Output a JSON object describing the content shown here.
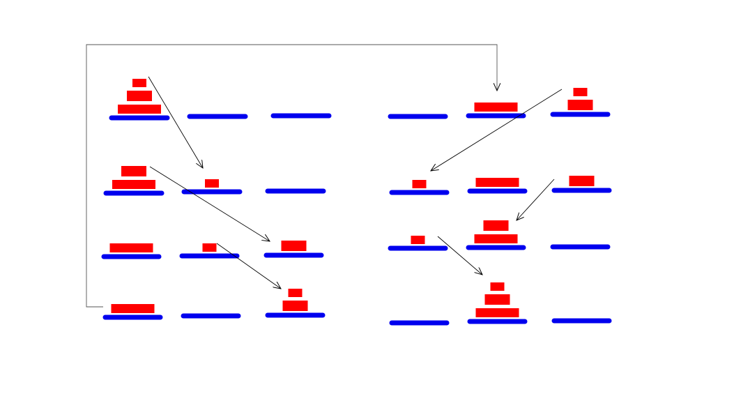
{
  "diagram": {
    "kind": "tower-of-hanoi-move-sequence",
    "disk_count": 3,
    "pegs_per_state": 3,
    "colors": {
      "background": "#ffffff",
      "peg": "#0000ee",
      "disk": "#ff0000",
      "arrow": "#000000",
      "connector": "#555555"
    },
    "states": [
      {
        "id": "s0",
        "column": "left",
        "pegs": [
          [
            3,
            2,
            1
          ],
          [],
          []
        ]
      },
      {
        "id": "s1",
        "column": "left",
        "pegs": [
          [
            3,
            2
          ],
          [
            1
          ],
          []
        ]
      },
      {
        "id": "s2",
        "column": "left",
        "pegs": [
          [
            3
          ],
          [
            1
          ],
          [
            2
          ]
        ]
      },
      {
        "id": "s3",
        "column": "left",
        "pegs": [
          [
            3
          ],
          [],
          [
            2,
            1
          ]
        ]
      },
      {
        "id": "s4",
        "column": "right",
        "pegs": [
          [],
          [
            3
          ],
          [
            2,
            1
          ]
        ]
      },
      {
        "id": "s5",
        "column": "right",
        "pegs": [
          [
            1
          ],
          [
            3
          ],
          [
            2
          ]
        ]
      },
      {
        "id": "s6",
        "column": "right",
        "pegs": [
          [
            1
          ],
          [
            3,
            2
          ],
          []
        ]
      },
      {
        "id": "s7",
        "column": "right",
        "pegs": [
          [],
          [
            3,
            2,
            1
          ],
          []
        ]
      }
    ],
    "moves": [
      {
        "from_state": "s0",
        "to_state": "s1",
        "disk": 1,
        "from_peg": 0,
        "to_peg": 1
      },
      {
        "from_state": "s1",
        "to_state": "s2",
        "disk": 2,
        "from_peg": 0,
        "to_peg": 2
      },
      {
        "from_state": "s2",
        "to_state": "s3",
        "disk": 1,
        "from_peg": 1,
        "to_peg": 2
      },
      {
        "from_state": "s3",
        "to_state": "s4",
        "disk": 3,
        "from_peg": 0,
        "to_peg": 1
      },
      {
        "from_state": "s4",
        "to_state": "s5",
        "disk": 1,
        "from_peg": 2,
        "to_peg": 0
      },
      {
        "from_state": "s5",
        "to_state": "s6",
        "disk": 2,
        "from_peg": 2,
        "to_peg": 1
      },
      {
        "from_state": "s6",
        "to_state": "s7",
        "disk": 1,
        "from_peg": 0,
        "to_peg": 1
      }
    ]
  }
}
